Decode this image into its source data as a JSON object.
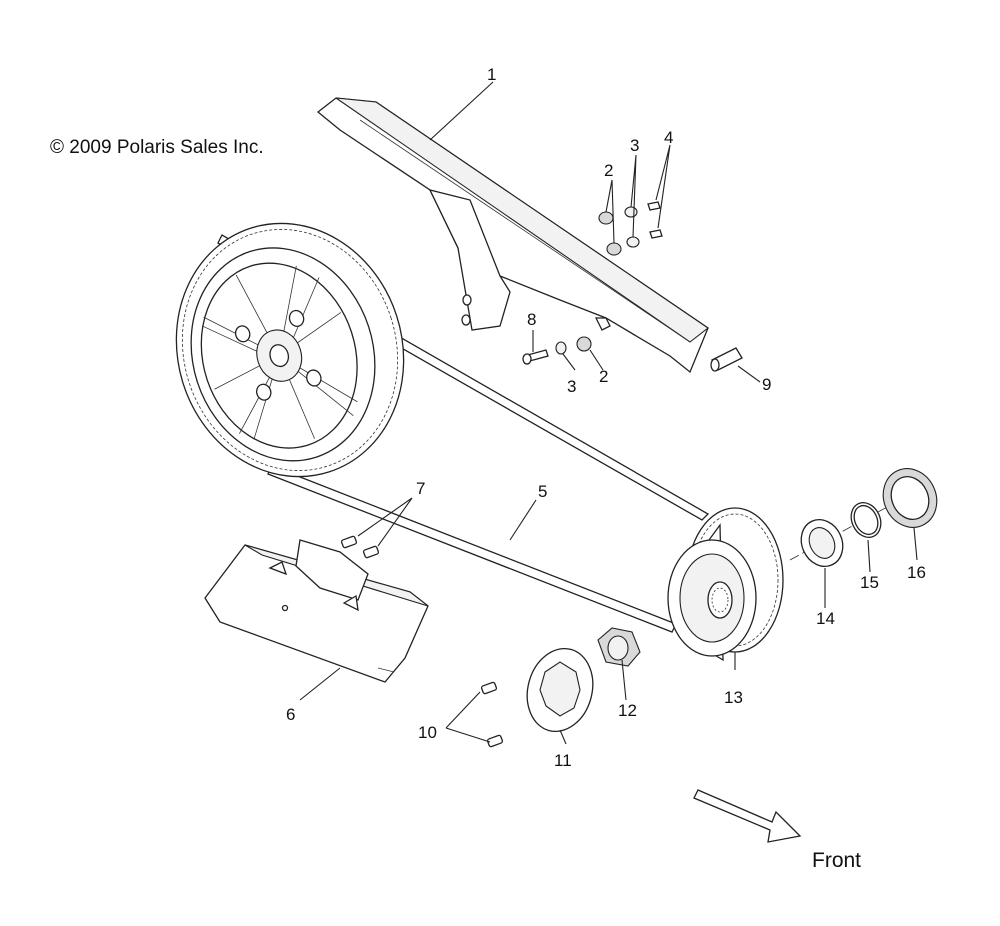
{
  "copyright": "© 2009 Polaris Sales Inc.",
  "direction_label": "Front",
  "callouts": [
    {
      "id": "c1",
      "text": "1"
    },
    {
      "id": "c2a",
      "text": "2"
    },
    {
      "id": "c3a",
      "text": "3"
    },
    {
      "id": "c4",
      "text": "4"
    },
    {
      "id": "c8",
      "text": "8"
    },
    {
      "id": "c3b",
      "text": "3"
    },
    {
      "id": "c2b",
      "text": "2"
    },
    {
      "id": "c9",
      "text": "9"
    },
    {
      "id": "c7",
      "text": "7"
    },
    {
      "id": "c5",
      "text": "5"
    },
    {
      "id": "c6",
      "text": "6"
    },
    {
      "id": "c10",
      "text": "10"
    },
    {
      "id": "c11",
      "text": "11"
    },
    {
      "id": "c12",
      "text": "12"
    },
    {
      "id": "c13",
      "text": "13"
    },
    {
      "id": "c14",
      "text": "14"
    },
    {
      "id": "c15",
      "text": "15"
    },
    {
      "id": "c16",
      "text": "16"
    }
  ]
}
